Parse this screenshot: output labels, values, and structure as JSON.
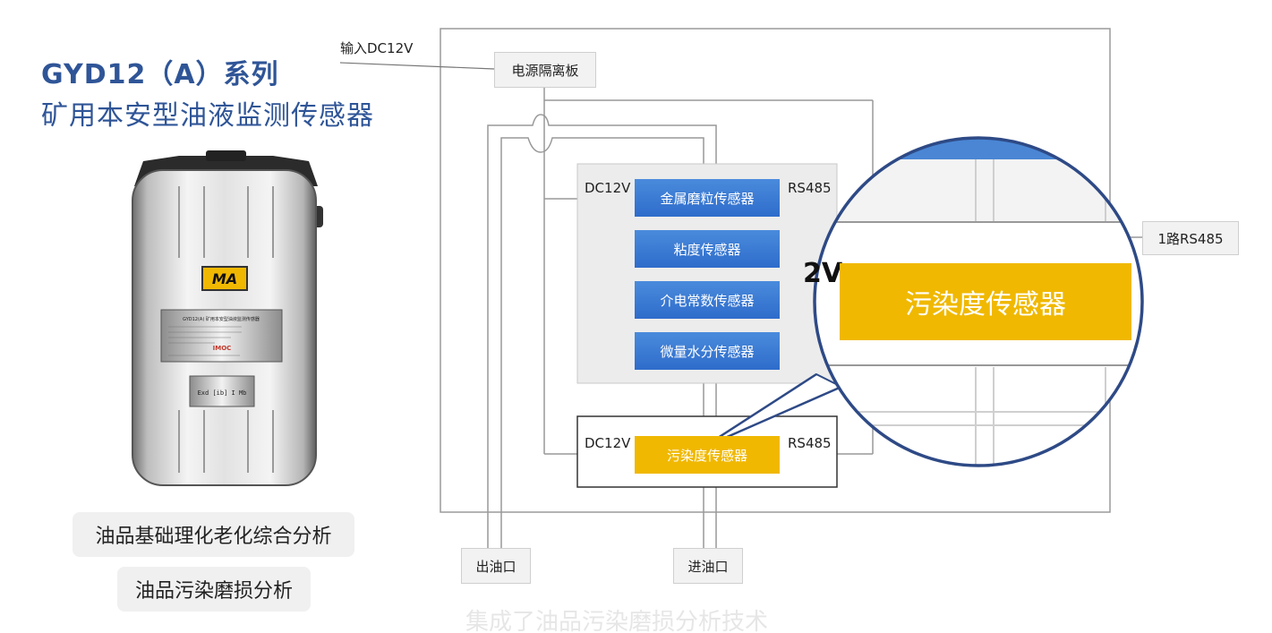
{
  "header": {
    "title_line1": "GYD12（A）系列",
    "title_line2": "矿用本安型油液监测传感器"
  },
  "device": {
    "badge": "MA",
    "plate_text": "GYD12(A) 矿用本安型油液监测传感器",
    "brand": "IMOC",
    "ex_mark": "Exd [ib] I Mb"
  },
  "features": [
    "油品基础理化老化综合分析",
    "油品污染磨损分析"
  ],
  "diagram": {
    "input_label": "输入DC12V",
    "power_board": "电源隔离板",
    "group_dc_label": "DC12V",
    "group_rs_label": "RS485",
    "sensors": [
      "金属磨粒传感器",
      "粘度传感器",
      "介电常数传感器",
      "微量水分传感器"
    ],
    "lower_dc_label": "DC12V",
    "lower_rs_label": "RS485",
    "pollution_sensor": "污染度传感器",
    "rs485_output": "1路RS485",
    "outlet": "出油口",
    "inlet": "进油口"
  },
  "zoom": {
    "label": "污染度传感器",
    "partial_text": "2V"
  },
  "footer": {
    "caption": "集成了油品污染磨损分析技术"
  },
  "colors": {
    "title": "#2f5597",
    "sensor_blue": "#3a7bd5",
    "sensor_yellow": "#f0b800",
    "zoom_ring": "#2e4a86"
  }
}
